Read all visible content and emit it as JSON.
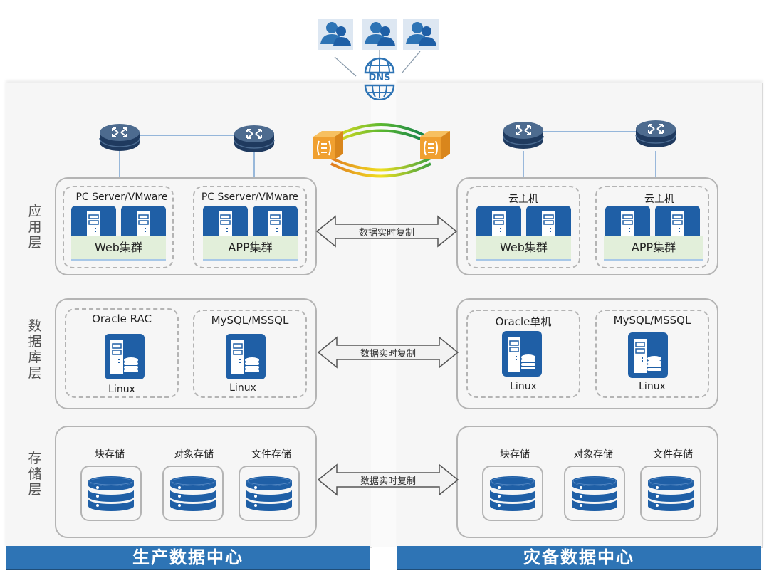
{
  "clients": {
    "user_icons": [
      "users-icon",
      "users-icon",
      "users-icon"
    ],
    "dns_label": "DNS"
  },
  "production": {
    "footer": "生产数据中心",
    "layers": {
      "app": {
        "label": "应用层",
        "groups": [
          {
            "title": "PC Server/VMware",
            "cluster": "Web集群"
          },
          {
            "title": "PC Sserver/VMware",
            "cluster": "APP集群"
          }
        ]
      },
      "db": {
        "label": "数据库层",
        "groups": [
          {
            "title": "Oracle RAC",
            "os": "Linux"
          },
          {
            "title": "MySQL/MSSQL",
            "os": "Linux"
          }
        ]
      },
      "storage": {
        "label": "存储层",
        "items": [
          "块存储",
          "对象存储",
          "文件存储"
        ]
      }
    }
  },
  "disaster_recovery": {
    "footer": "灾备数据中心",
    "layers": {
      "app": {
        "groups": [
          {
            "title": "云主机",
            "cluster": "Web集群"
          },
          {
            "title": "云主机",
            "cluster": "APP集群"
          }
        ]
      },
      "db": {
        "groups": [
          {
            "title": "Oracle单机",
            "os": "Linux"
          },
          {
            "title": "MySQL/MSSQL",
            "os": "Linux"
          }
        ]
      },
      "storage": {
        "items": [
          "块存储",
          "对象存储",
          "文件存储"
        ]
      }
    }
  },
  "replication": {
    "app": "数据实时复制",
    "db": "数据实时复制",
    "storage": "数据实时复制"
  },
  "colors": {
    "accent_blue": "#1f5fa6",
    "footer_blue": "#2e74b5",
    "cluster_green": "#e2efda",
    "firewall_orange": "#f0a030"
  }
}
